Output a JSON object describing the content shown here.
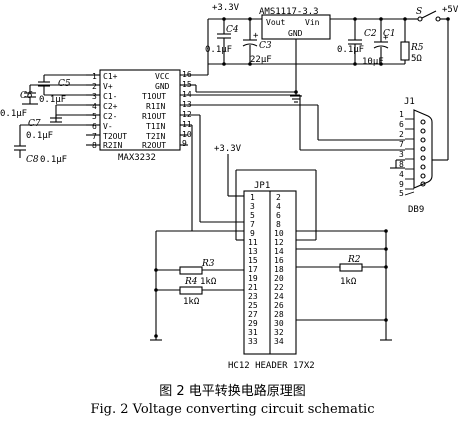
{
  "caption_cn": "图 2   电平转换电路原理图",
  "caption_en": "Fig. 2   Voltage converting circuit schematic",
  "components": {
    "max": {
      "name": "MAX3232",
      "left_pins": [
        {
          "num": "1",
          "label": "C1+"
        },
        {
          "num": "2",
          "label": "V+"
        },
        {
          "num": "3",
          "label": "C1-"
        },
        {
          "num": "4",
          "label": "C2+"
        },
        {
          "num": "5",
          "label": "C2-"
        },
        {
          "num": "6",
          "label": "V-"
        },
        {
          "num": "7",
          "label": "T2OUT"
        },
        {
          "num": "8",
          "label": "R2IN"
        }
      ],
      "right_pins": [
        {
          "num": "16",
          "label": "VCC"
        },
        {
          "num": "15",
          "label": "GND"
        },
        {
          "num": "14",
          "label": "T1OUT"
        },
        {
          "num": "13",
          "label": "R1IN"
        },
        {
          "num": "12",
          "label": "R1OUT"
        },
        {
          "num": "11",
          "label": "T1IN"
        },
        {
          "num": "10",
          "label": "T2IN"
        },
        {
          "num": "9",
          "label": "R2OUT"
        }
      ]
    },
    "regulator": {
      "name": "AMS1117-3.3",
      "pin_out": "Vout",
      "pin_in": "Vin",
      "pin_gnd": "GND"
    },
    "rails": {
      "v33_top": "+3.3V",
      "v33_mid": "+3.3V",
      "v5": "+5V"
    },
    "switch": "S",
    "caps": {
      "c4": {
        "ref": "C4",
        "val": "0.1μF"
      },
      "c3": {
        "ref": "C3",
        "val": "22μF",
        "pol": "+"
      },
      "c2": {
        "ref": "C2",
        "val": "0.1μF"
      },
      "c1": {
        "ref": "C1",
        "val": "10μF",
        "pol": "+"
      },
      "c5": {
        "ref": "C5",
        "val": "0.1μF"
      },
      "c6": {
        "ref": "C6",
        "val": "0.1μF"
      },
      "c7": {
        "ref": "C7",
        "val": "0.1μF"
      },
      "c8": {
        "ref": "C8",
        "val": "0.1μF"
      }
    },
    "r5": {
      "ref": "R5",
      "val": "5Ω"
    },
    "r2": {
      "ref": "R2",
      "val": "1kΩ"
    },
    "r3": {
      "ref": "R3",
      "val": "1kΩ"
    },
    "r4": {
      "ref": "R4",
      "val": "1kΩ"
    },
    "db9": {
      "ref": "J1",
      "name": "DB9",
      "pins": [
        "1",
        "6",
        "2",
        "7",
        "3",
        "8",
        "4",
        "9",
        "5"
      ]
    },
    "header": {
      "ref": "JP1",
      "name": "HC12 HEADER 17X2",
      "left_pins": [
        "1",
        "3",
        "5",
        "7",
        "9",
        "11",
        "13",
        "15",
        "17",
        "19",
        "21",
        "23",
        "25",
        "27",
        "29",
        "31",
        "33"
      ],
      "right_pins": [
        "2",
        "4",
        "6",
        "8",
        "10",
        "12",
        "14",
        "16",
        "18",
        "20",
        "22",
        "24",
        "26",
        "28",
        "30",
        "32",
        "34"
      ]
    }
  }
}
